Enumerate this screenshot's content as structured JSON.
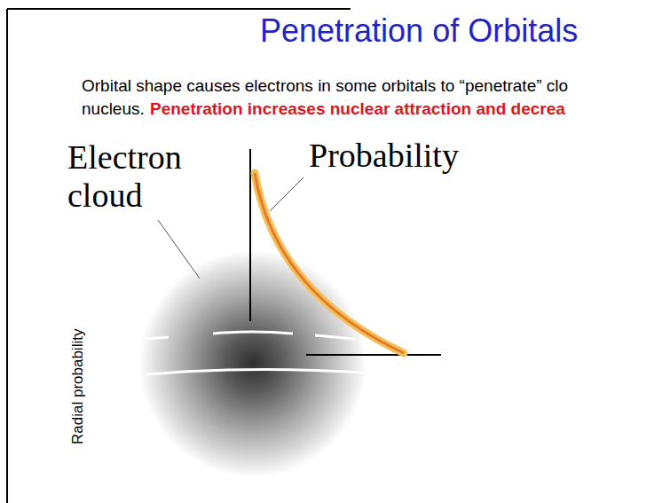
{
  "diagram": {
    "title": "Penetration of Orbitals",
    "labels": [
      "Orbital shape causes electrons in some orbitals to “penetrate” clo",
      "nucleus.",
      "Penetration increases nuclear attraction and decrea",
      "Electron cloud",
      "Probability",
      "Radial probability"
    ]
  }
}
